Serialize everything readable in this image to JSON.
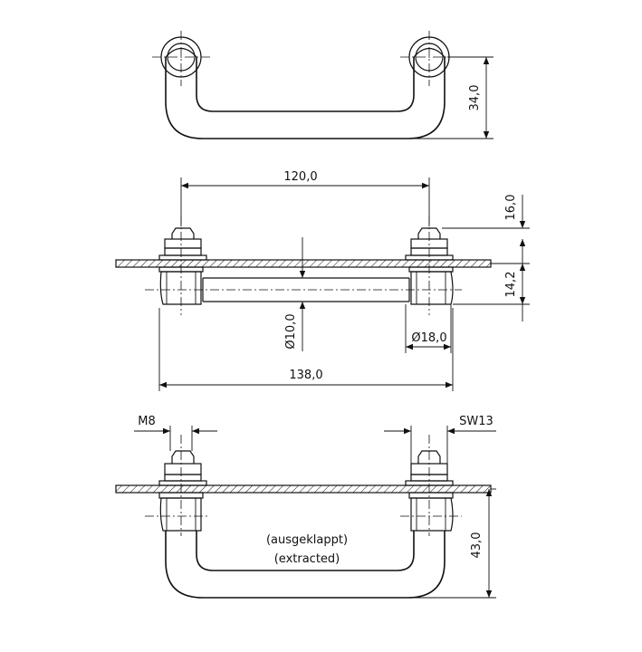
{
  "dimensions": {
    "top_height": "34,0",
    "center_distance": "120,0",
    "bolt_height": "16,0",
    "base_height": "14,2",
    "rod_diameter": "Ø10,0",
    "base_diameter": "Ø18,0",
    "overall_width": "138,0",
    "thread": "M8",
    "wrench_size": "SW13",
    "extracted_height": "43,0"
  },
  "notes": {
    "line1": "(ausgeklappt)",
    "line2": "(extracted)"
  }
}
